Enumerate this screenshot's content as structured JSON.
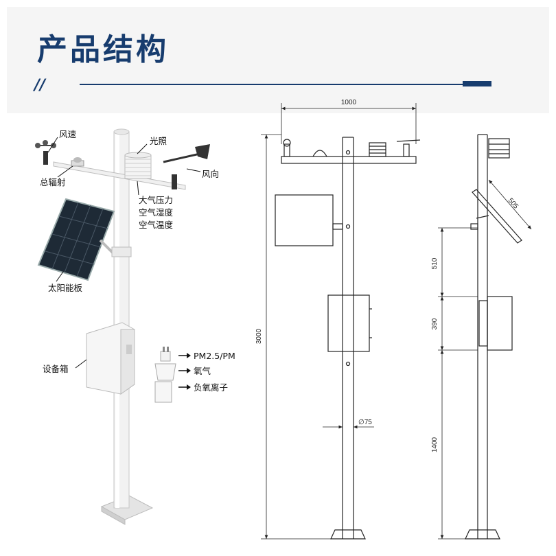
{
  "title": "产品结构",
  "components": {
    "wind_speed": "风速",
    "total_radiation": "总辐射",
    "illumination": "光照",
    "wind_direction": "风向",
    "pressure": "大气压力",
    "humidity": "空气湿度",
    "temperature": "空气温度",
    "solar_panel": "太阳能板",
    "equipment_box": "设备箱",
    "pm": "PM2.5/PM",
    "oxygen": "氧气",
    "anion": "负氧离子"
  },
  "dimensions": {
    "width": "1000",
    "height": "3000",
    "diameter": "∅75",
    "panel_length": "505",
    "seg_upper": "510",
    "seg_box": "390",
    "seg_lower": "1400"
  }
}
